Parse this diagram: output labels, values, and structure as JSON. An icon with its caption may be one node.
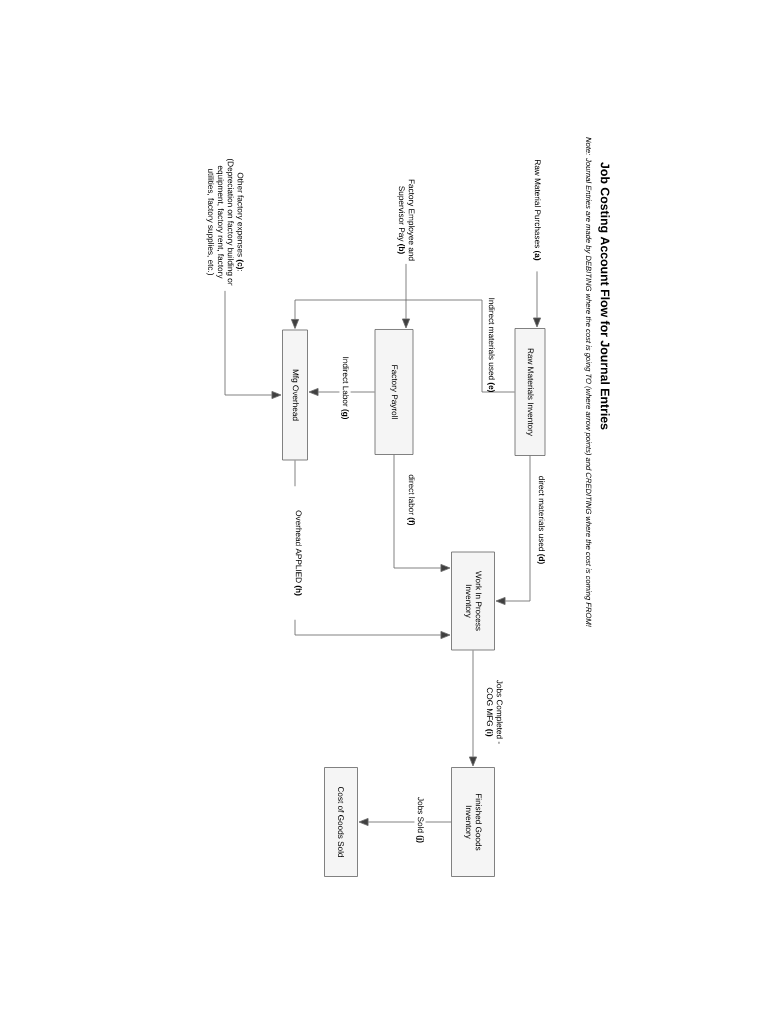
{
  "diagram": {
    "title": "Job Costing Account Flow for Journal Entries",
    "nodes": [
      {
        "text": [
          "Raw Material Purchases **(a)**"
        ]
      },
      {
        "text": [
          "Raw Materials Inventory"
        ]
      },
      {
        "text": [
          "Factory Employee and Supervisor Pay **(b)**"
        ]
      },
      {
        "text": [
          "Factory Payroll"
        ]
      },
      {
        "text": [
          "Other factory expenses **(c)**: (Depreciation on factory building or equipment, factory rent, factory utilities, factory supplies, etc.)"
        ]
      },
      {
        "text": [
          "Mfg Overhead"
        ]
      },
      {
        "text": [
          "Work In Process Inventory"
        ]
      },
      {
        "text": [
          "Finished Goods Inventory"
        ]
      },
      {
        "text": [
          "Cost of Goods Sold"
        ]
      }
    ],
    "edges": [
      {
        "from": 0,
        "to": 1,
        "arrow": "to"
      },
      {
        "from": 2,
        "to": 3,
        "arrow": "to"
      },
      {
        "from": 4,
        "to": 5,
        "arrow": "to"
      },
      {
        "from": 1,
        "to": 6,
        "arrow": "to",
        "label": "direct materials used **(d)**"
      },
      {
        "from": 1,
        "to": 5,
        "arrow": "to",
        "label": "Indirect materials used **(e)**"
      },
      {
        "from": 3,
        "to": 6,
        "arrow": "to",
        "label": "direct labor **(f)**"
      },
      {
        "from": 3,
        "to": 5,
        "arrow": "to",
        "label": "Indirect Labor **(g)**"
      },
      {
        "from": 5,
        "to": 6,
        "arrow": "to",
        "label": "Overhead APPLIED **(h)**"
      },
      {
        "from": 6,
        "to": 7,
        "arrow": "to",
        "label": "Jobs Completed - COG MFG **(i)**"
      },
      {
        "from": 7,
        "to": 8,
        "arrow": "to",
        "label": "Jobs Sold **(j)**"
      }
    ],
    "labels": [
      "Note:  Journal Entries are made by DEBITING where the cost is going TO (where arrow points) and CREDITING where the cost is coming FROM!"
    ]
  }
}
